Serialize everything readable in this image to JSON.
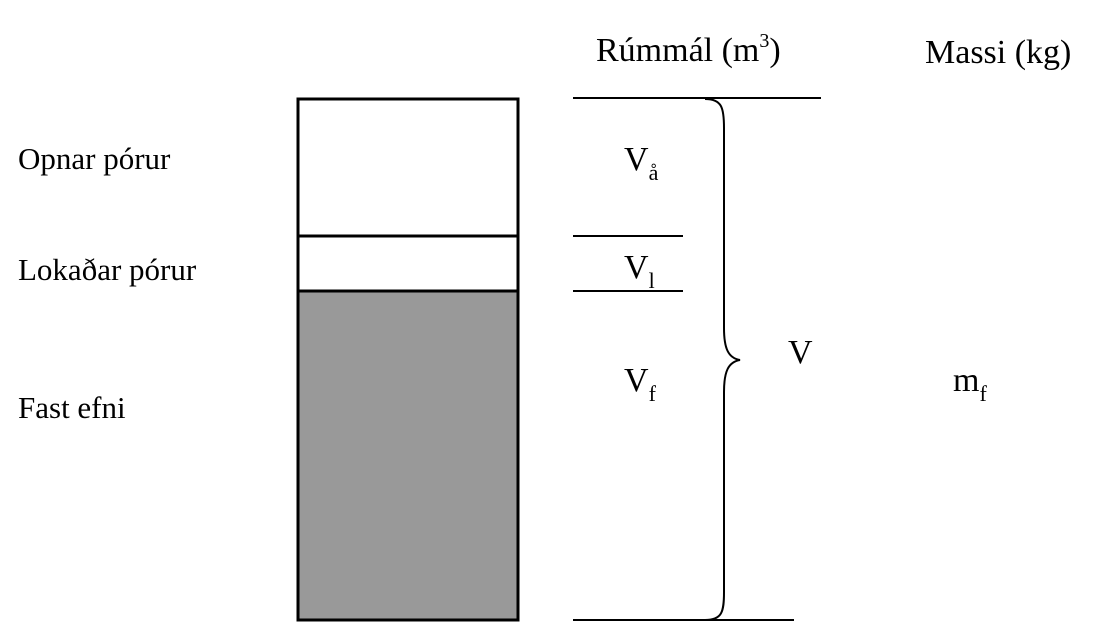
{
  "column_headers": {
    "volume": {
      "text": "Rúmmál (m",
      "superscript": "3",
      "suffix": ")"
    },
    "mass": {
      "text": "Massi (kg)"
    }
  },
  "row_labels": {
    "open_pores": "Opnar pórur",
    "closed_pores": "Lokaðar pórur",
    "solid": "Fast efni"
  },
  "volume_symbols": {
    "open": {
      "base": "V",
      "sub": "å"
    },
    "closed": {
      "base": "V",
      "sub": "l"
    },
    "solid": {
      "base": "V",
      "sub": "f"
    },
    "total": {
      "base": "V"
    }
  },
  "mass_symbol": {
    "base": "m",
    "sub": "f"
  },
  "colors": {
    "solid_fill": "#999999",
    "pore_fill": "#ffffff",
    "stroke": "#000000"
  }
}
